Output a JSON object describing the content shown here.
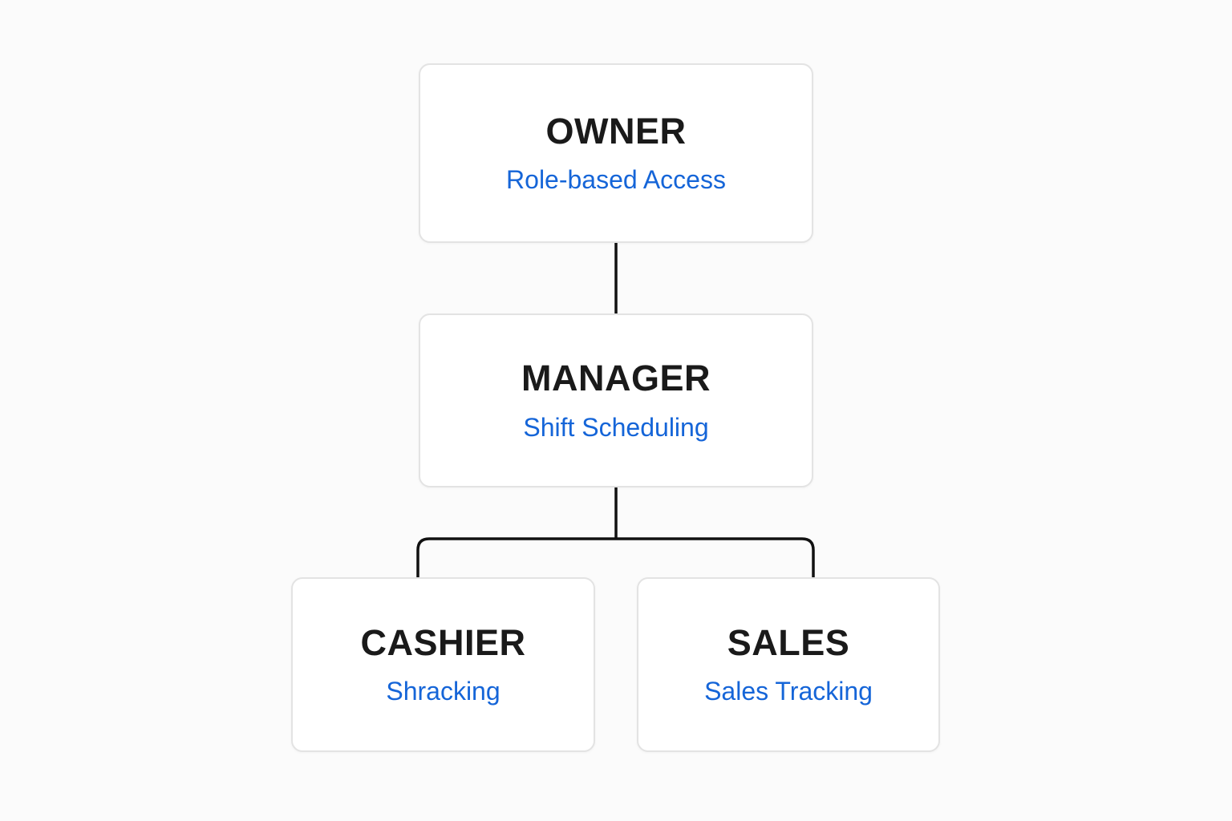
{
  "diagram": {
    "type": "org-chart",
    "background_color": "#fbfbfb",
    "accent_color": "#1565d8",
    "title_color": "#1a1a1a",
    "connector_color": "#111111",
    "box_border_color": "#e3e3e3",
    "box_fill_color": "#ffffff",
    "nodes": [
      {
        "id": "owner",
        "title": "OWNER",
        "subtitle": "Role-based Access",
        "level": 0
      },
      {
        "id": "manager",
        "title": "MANAGER",
        "subtitle": "Shift Scheduling",
        "level": 1
      },
      {
        "id": "cashier",
        "title": "CASHIER",
        "subtitle": "Shracking",
        "level": 2
      },
      {
        "id": "sales",
        "title": "SALES",
        "subtitle": "Sales Tracking",
        "level": 2
      }
    ],
    "edges": [
      {
        "id": "owner-manager",
        "from": "owner",
        "to": "manager",
        "style": "straight"
      },
      {
        "id": "manager-cashier",
        "from": "manager",
        "to": "cashier",
        "style": "elbow"
      },
      {
        "id": "manager-sales",
        "from": "manager",
        "to": "sales",
        "style": "elbow"
      }
    ]
  }
}
